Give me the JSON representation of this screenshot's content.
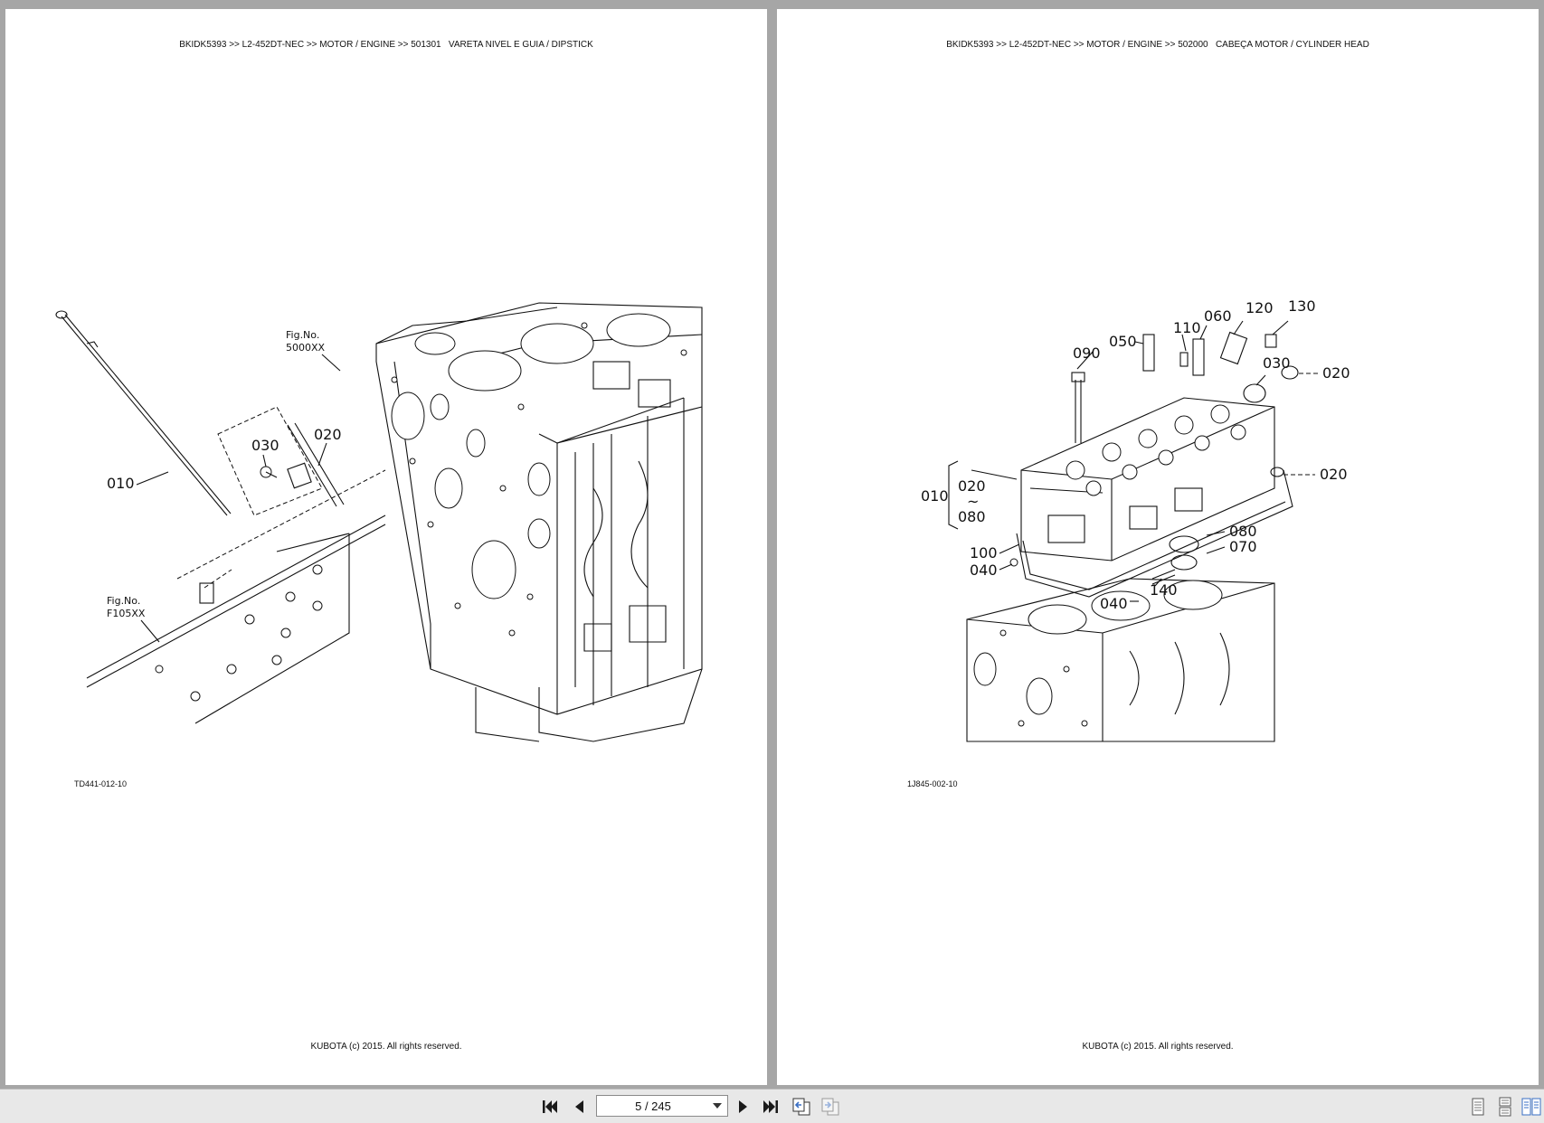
{
  "pages": [
    {
      "header": "BKIDK5393 >> L2-452DT-NEC >> MOTOR / ENGINE >> 501301   VARETA NIVEL E GUIA / DIPSTICK",
      "footer": "KUBOTA (c) 2015. All rights reserved.",
      "figure_code": "TD441-012-10",
      "callouts": [
        "010",
        "020",
        "030"
      ],
      "fig_refs": [
        {
          "line1": "Fig.No.",
          "line2": "5000XX"
        },
        {
          "line1": "Fig.No.",
          "line2": "F105XX"
        }
      ]
    },
    {
      "header": "BKIDK5393 >> L2-452DT-NEC >> MOTOR / ENGINE >> 502000   CABEÇA MOTOR / CYLINDER HEAD",
      "footer": "KUBOTA (c) 2015. All rights reserved.",
      "figure_code": "1J845-002-10",
      "callouts": [
        "010",
        "020",
        "~",
        "080",
        "090",
        "050",
        "110",
        "060",
        "120",
        "130",
        "030",
        "020",
        "020",
        "080",
        "070",
        "100",
        "040",
        "140",
        "040"
      ]
    }
  ],
  "toolbar": {
    "page_value": "5 / 245",
    "icons": [
      "first-page-icon",
      "previous-page-icon",
      "next-page-icon",
      "last-page-icon",
      "go-back-view-icon",
      "go-forward-view-icon",
      "single-page-view-icon",
      "continuous-view-icon",
      "two-page-view-icon"
    ]
  }
}
